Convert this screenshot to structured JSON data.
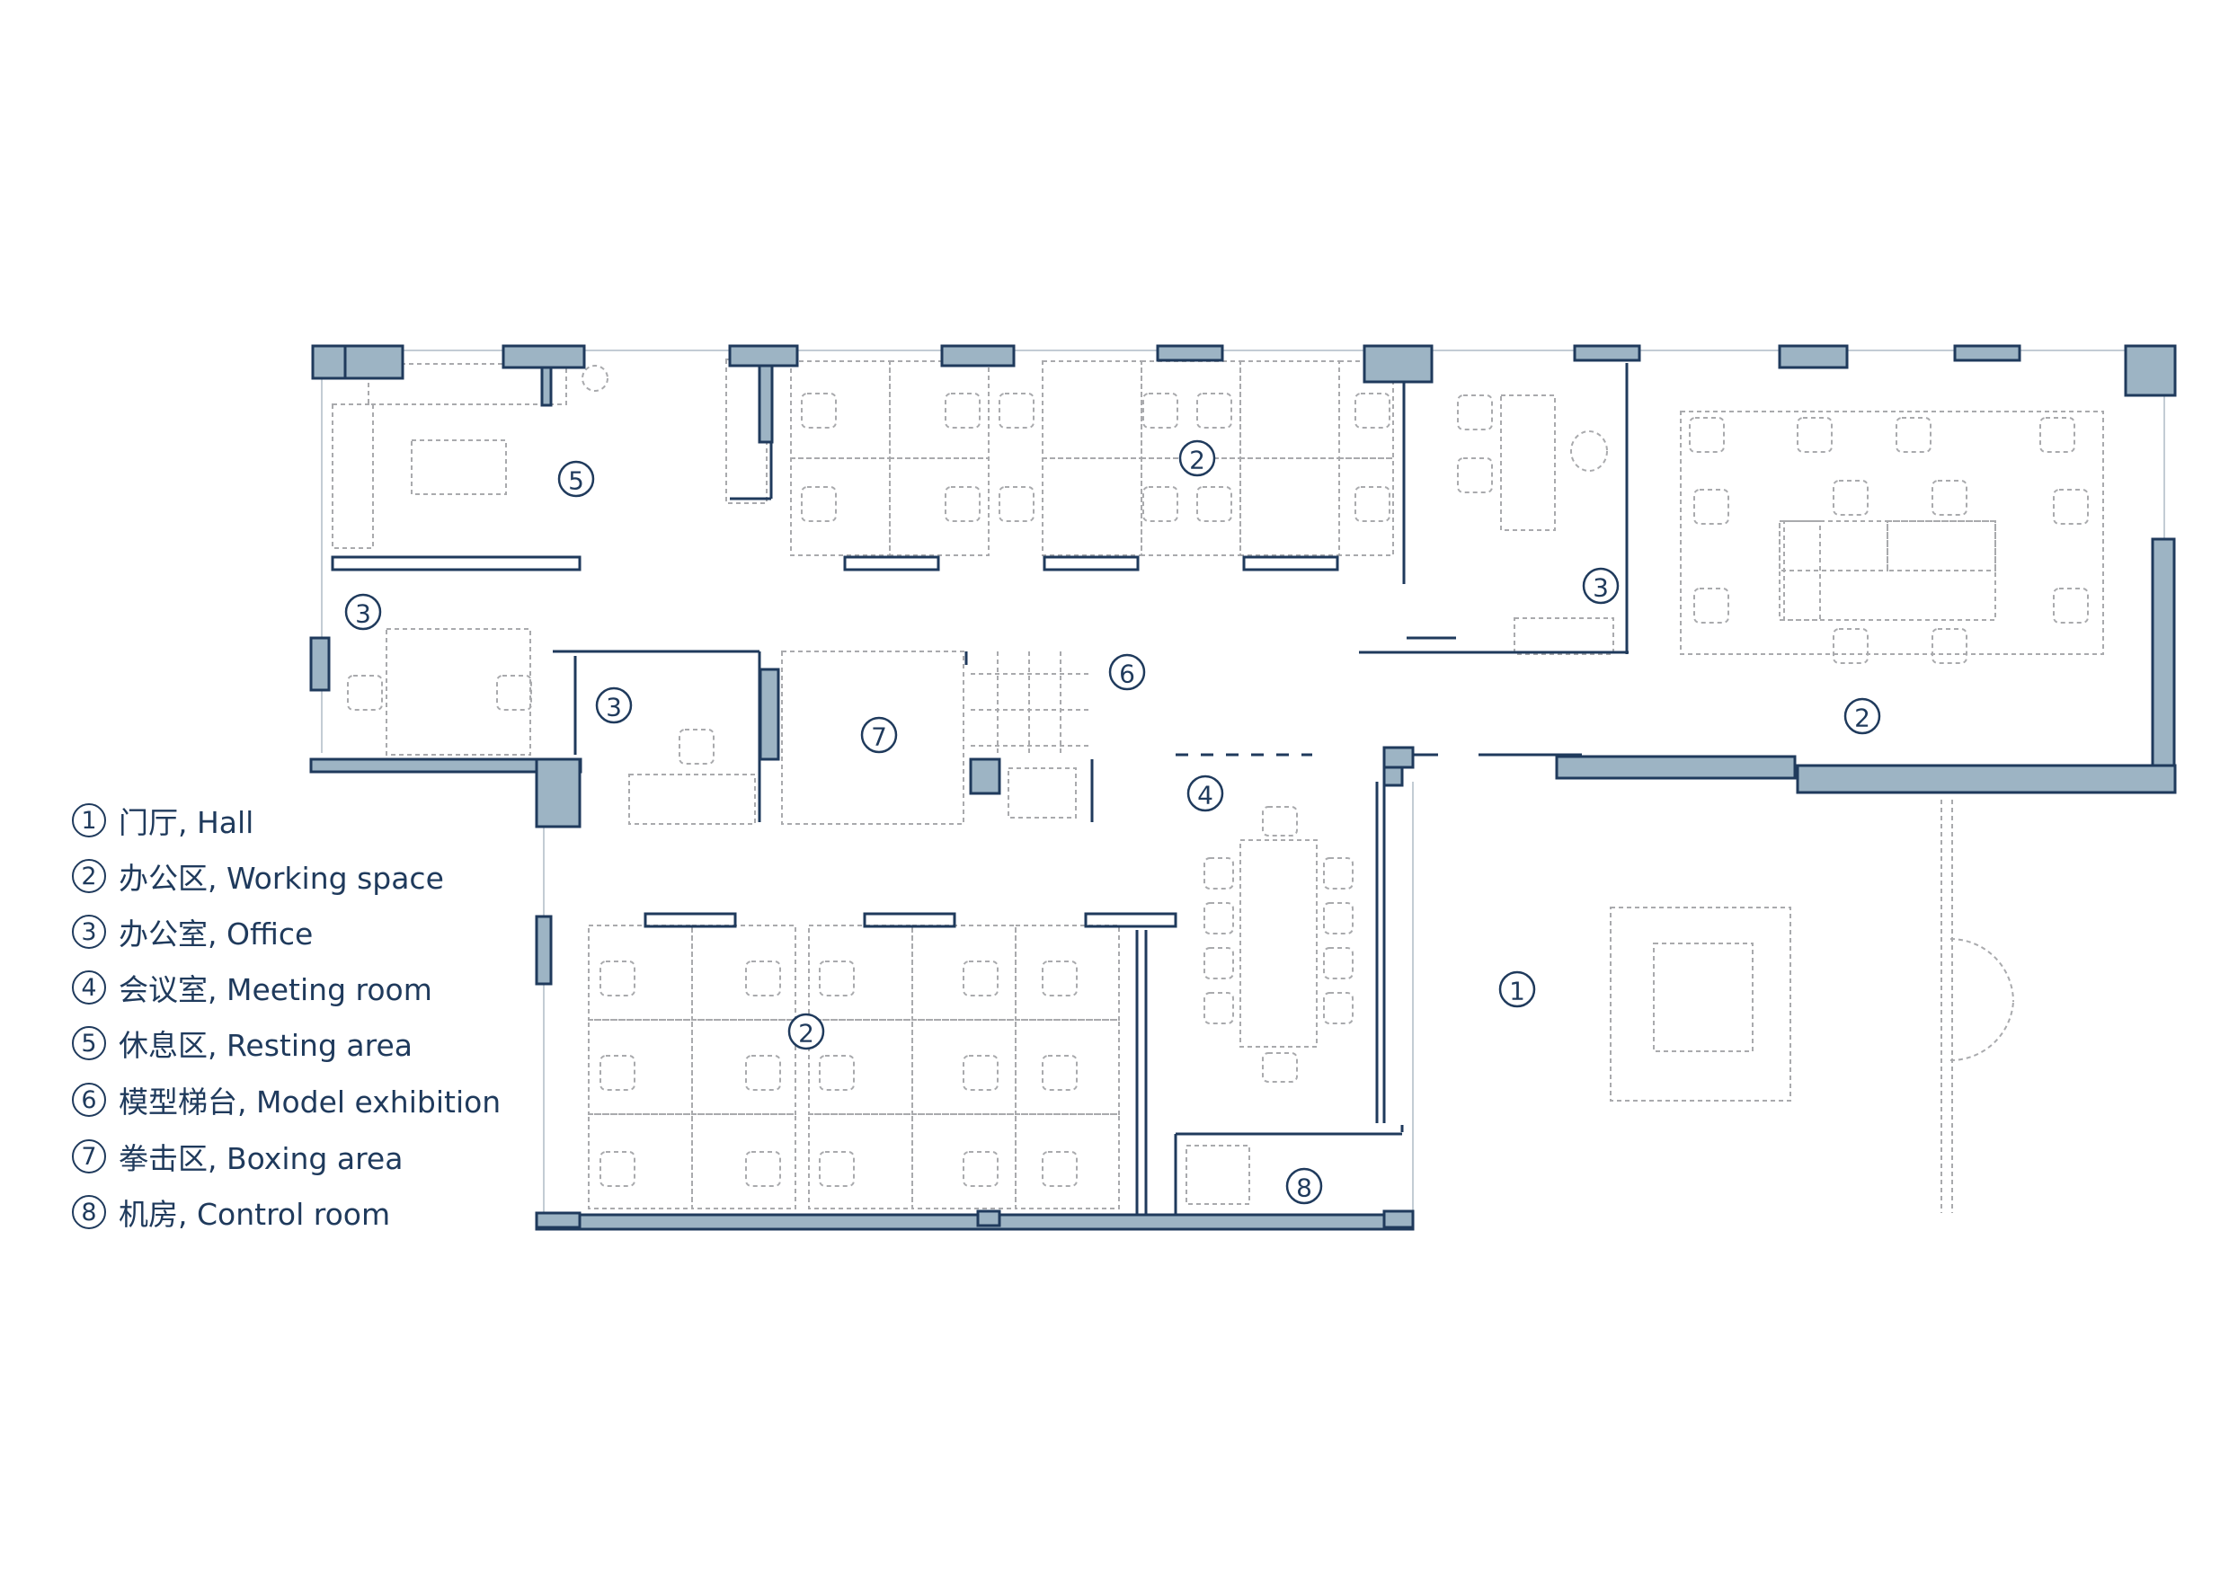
{
  "legend": [
    {
      "num": "1",
      "label": "门厅, Hall"
    },
    {
      "num": "2",
      "label": "办公区, Working space"
    },
    {
      "num": "3",
      "label": "办公室, Office"
    },
    {
      "num": "4",
      "label": "会议室, Meeting room"
    },
    {
      "num": "5",
      "label": "休息区, Resting area"
    },
    {
      "num": "6",
      "label": "模型梯台, Model exhibition"
    },
    {
      "num": "7",
      "label": "拳击区, Boxing area"
    },
    {
      "num": "8",
      "label": "机房, Control room"
    }
  ],
  "room_markers": [
    "5",
    "2",
    "3",
    "3",
    "6",
    "3",
    "7",
    "2",
    "4",
    "2",
    "1",
    "8"
  ],
  "colors": {
    "wall_fill": "#9db4c4",
    "wall_stroke": "#1f3a5c",
    "furniture": "#a9aaad",
    "label": "#1f3a5c"
  }
}
